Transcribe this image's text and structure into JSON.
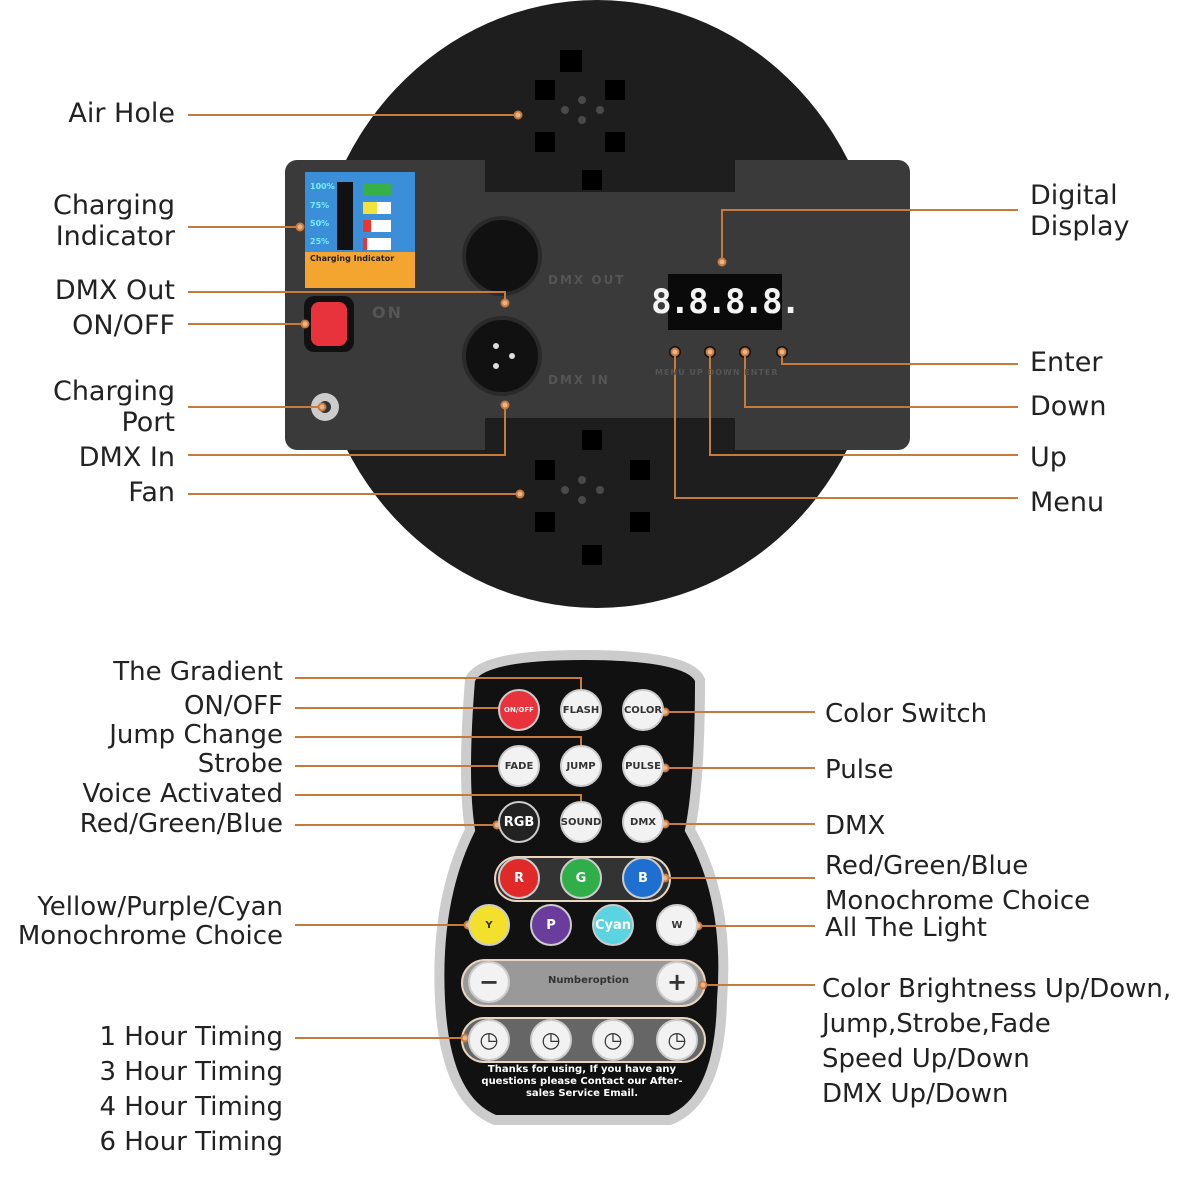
{
  "colors": {
    "leader": "#c67a3c",
    "body": "#1e1e1e",
    "panel": "#3a3a3a"
  },
  "top_device": {
    "left_labels": [
      "Air Hole",
      "Charging\nIndicator",
      "DMX Out",
      "ON/OFF",
      "Charging\nPort",
      "DMX In",
      "Fan"
    ],
    "right_labels": [
      "Digital\nDisplay",
      "Enter",
      "Down",
      "Up",
      "Menu"
    ],
    "display_value": "8.8.8.8.",
    "panel_text": {
      "dmx_out": "DMX OUT",
      "dmx_in": "DMX IN",
      "buttons": "MENU UP DOWN ENTER",
      "on": "ON",
      "battery_title": "Charging Indicator",
      "battery_levels": [
        "100%",
        "75%",
        "50%",
        "25%"
      ]
    }
  },
  "remote": {
    "left_labels": [
      "The Gradient",
      "ON/OFF",
      "Jump Change",
      "Strobe",
      "Voice Activated",
      "Red/Green/Blue",
      "Yellow/Purple/Cyan\nMonochrome Choice",
      "1 Hour Timing",
      "3 Hour Timing",
      "4 Hour Timing",
      "6 Hour Timing"
    ],
    "right_labels": [
      "Color Switch",
      "Pulse",
      "DMX",
      "Red/Green/Blue\nMonochrome Choice",
      "All The Light",
      "Color Brightness Up/Down,\nJump,Strobe,Fade\nSpeed Up/Down\nDMX Up/Down"
    ],
    "buttons": {
      "power": "ON/OFF",
      "flash": "FLASH",
      "color": "COLOR",
      "fade": "FADE",
      "jump": "JUMP",
      "pulse": "PULSE",
      "rgb": "RGB",
      "sound": "SOUND",
      "dmx": "DMX",
      "r": "R",
      "g": "G",
      "b": "B",
      "y": "Y",
      "p": "P",
      "cyan": "Cyan",
      "w": "W",
      "minus": "−",
      "plus": "+",
      "numberoption": "Numberoption"
    },
    "footer": "Thanks for using, If you have any questions please Contact our After-sales Service Email."
  }
}
